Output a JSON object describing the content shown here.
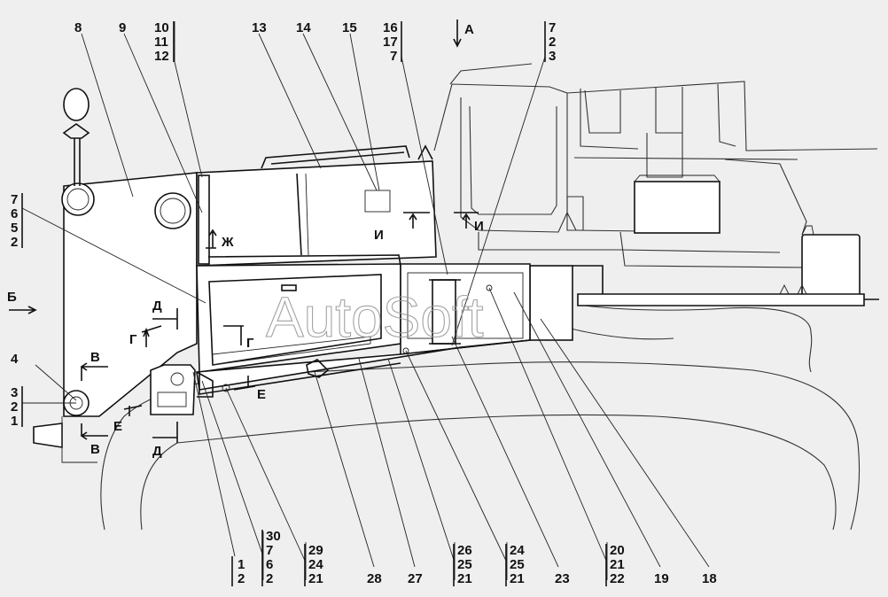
{
  "watermark": "AutoSoft",
  "view_marks": {
    "A": "А",
    "B": "Б",
    "V": "В",
    "G": "Г",
    "D": "Д",
    "E": "Е",
    "Zh": "Ж",
    "I": "И"
  },
  "callouts": {
    "c1": "1",
    "c2": "2",
    "c3": "3",
    "c4": "4",
    "c5": "5",
    "c6": "6",
    "c7": "7",
    "c8": "8",
    "c9": "9",
    "c10": "10",
    "c11": "11",
    "c12": "12",
    "c13": "13",
    "c14": "14",
    "c15": "15",
    "c16": "16",
    "c17": "17",
    "c18": "18",
    "c19": "19",
    "c20": "20",
    "c21": "21",
    "c22": "22",
    "c23": "23",
    "c24": "24",
    "c25": "25",
    "c26": "26",
    "c27": "27",
    "c28": "28",
    "c29": "29",
    "c30": "30"
  }
}
